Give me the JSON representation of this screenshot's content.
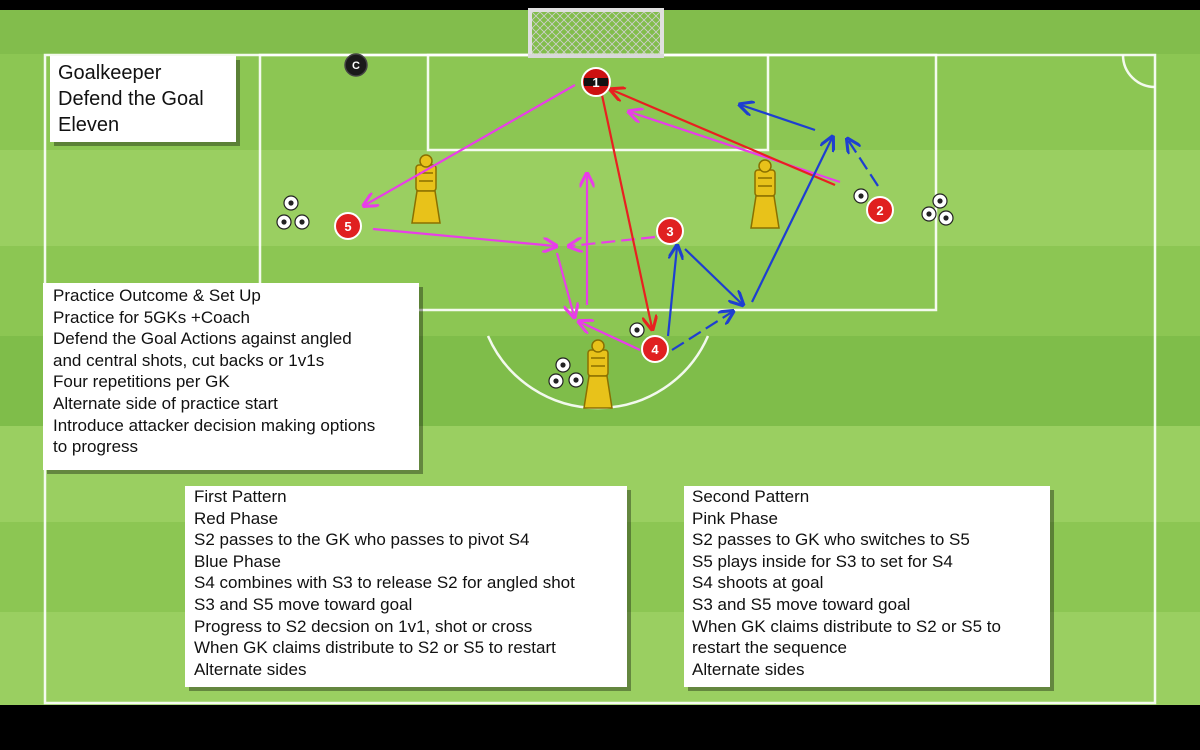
{
  "title": {
    "lines": [
      "Goalkeeper",
      "Defend the Goal",
      "Eleven"
    ]
  },
  "setup": {
    "lines": [
      "Practice Outcome & Set Up",
      "Practice for 5GKs +Coach",
      "Defend the Goal Actions against angled",
      "and central shots, cut backs or 1v1s",
      "Four repetitions per GK",
      "Alternate side of practice start",
      "Introduce attacker decision making options",
      "to progress"
    ]
  },
  "first_pattern": {
    "lines": [
      "First Pattern",
      "Red Phase",
      "S2 passes to the GK who passes to pivot S4",
      "Blue Phase",
      "S4 combines with S3 to release S2 for angled shot",
      "S3 and S5 move toward goal",
      "Progress to S2 decsion on 1v1, shot or cross",
      "When GK claims distribute to S2 or S5 to restart",
      "Alternate sides"
    ]
  },
  "second_pattern": {
    "lines": [
      "Second Pattern",
      "Pink Phase",
      "S2 passes to GK who switches to S5",
      "S5 plays inside for S3 to set for S4",
      "S4 shoots at goal",
      "S3 and S5 move toward goal",
      "When GK claims distribute to S2 or S5 to",
      "restart the sequence",
      "Alternate sides"
    ]
  },
  "players": [
    {
      "id": "gk",
      "label": "1"
    },
    {
      "id": "s2",
      "label": "2"
    },
    {
      "id": "s3",
      "label": "3"
    },
    {
      "id": "s4",
      "label": "4"
    },
    {
      "id": "s5",
      "label": "5"
    }
  ],
  "coach": {
    "label": "C"
  },
  "colors": {
    "pitch_light": "#8cc653",
    "pitch_dark": "#7cb547",
    "line": "#ffffff",
    "player_red": "#e02020",
    "red_phase": "#e82020",
    "blue_phase": "#1e3fd0",
    "pink_phase": "#e83ee8",
    "mannequin": "#e8c21a"
  },
  "icons": {
    "ball": "soccer-ball-icon",
    "mannequin": "mannequin-icon",
    "goal": "goal-net-icon"
  }
}
